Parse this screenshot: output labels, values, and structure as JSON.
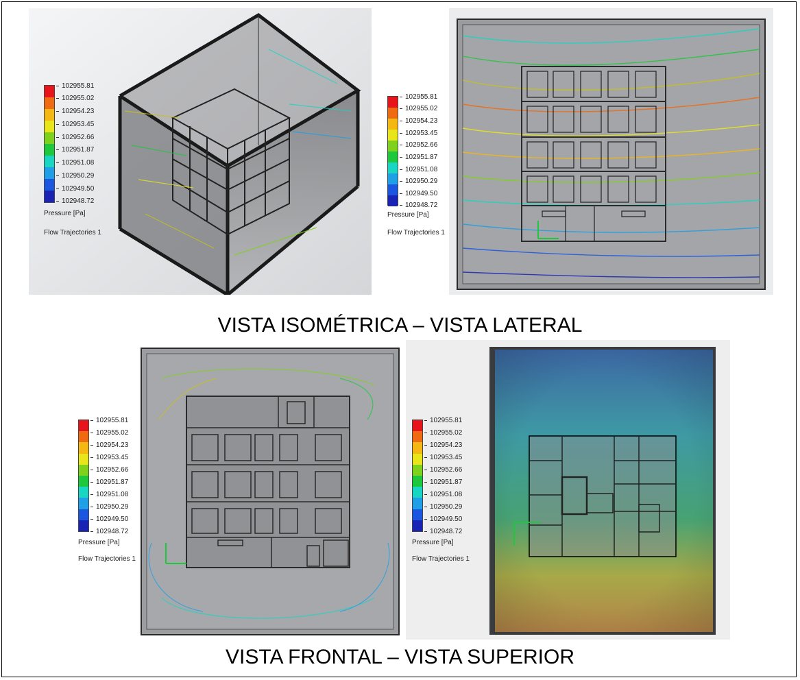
{
  "captions": {
    "top": "VISTA ISOMÉTRICA – VISTA LATERAL",
    "bottom": "VISTA FRONTAL – VISTA SUPERIOR"
  },
  "legend": {
    "ticks": [
      "102955.81",
      "102955.02",
      "102954.23",
      "102953.45",
      "102952.66",
      "102951.87",
      "102951.08",
      "102950.29",
      "102949.50",
      "102948.72"
    ],
    "unit_label": "Pressure [Pa]",
    "plot_label": "Flow Trajectories 1",
    "colors": [
      "#e8141c",
      "#f06a12",
      "#f5b712",
      "#e8e61a",
      "#7fd21c",
      "#1ec83c",
      "#18d6c2",
      "#1e9fe6",
      "#1b56e0",
      "#1a24b4"
    ]
  },
  "views": [
    {
      "id": "isometric"
    },
    {
      "id": "lateral"
    },
    {
      "id": "frontal"
    },
    {
      "id": "superior"
    }
  ]
}
